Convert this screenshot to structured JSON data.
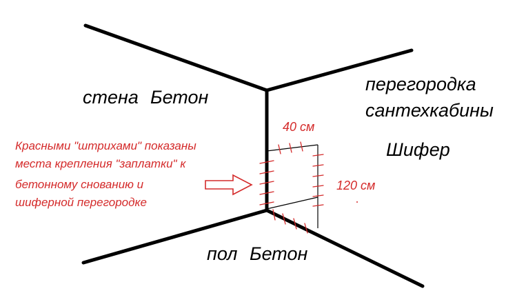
{
  "labels": {
    "wall": "стена",
    "wall_material": "Бетон",
    "partition_line1": "перегородка",
    "partition_line2": "сантехкабины",
    "partition_material": "Шифер",
    "floor": "пол",
    "floor_material": "Бетон",
    "top_dimension": "40 см",
    "side_dimension": "120 см"
  },
  "note_lines": [
    "Красными \"штрихами\" показаны",
    "места крепления \"заплатки\" к",
    "бетонному снованию и",
    "шиферной перегородке"
  ],
  "colors": {
    "structure": "#000000",
    "annotation": "#d42a2a",
    "background": "#ffffff"
  }
}
